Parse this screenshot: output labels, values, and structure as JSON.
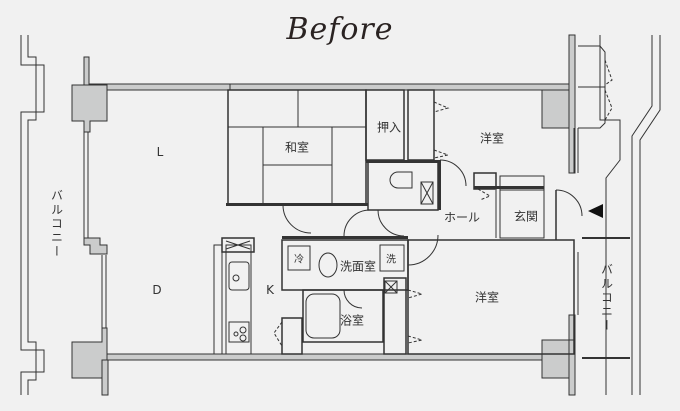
{
  "title": "Before",
  "rooms": {
    "living": "L",
    "dining": "D",
    "kitchen": "K",
    "washitsu": "和室",
    "oshiire": "押入",
    "western_room_north": "洋室",
    "western_room_south": "洋室",
    "hall": "ホール",
    "entrance": "玄関",
    "washroom": "洗面室",
    "bathroom": "浴室",
    "washer": "洗",
    "fridge": "冷"
  },
  "balconies": {
    "west": "バルコニー",
    "east": "バルコニー"
  },
  "entrance_marker": "◀",
  "colors": {
    "background": "#f1f1f1",
    "wall_fill": "#cbcccc",
    "line": "#333333",
    "title": "#2a2322"
  }
}
